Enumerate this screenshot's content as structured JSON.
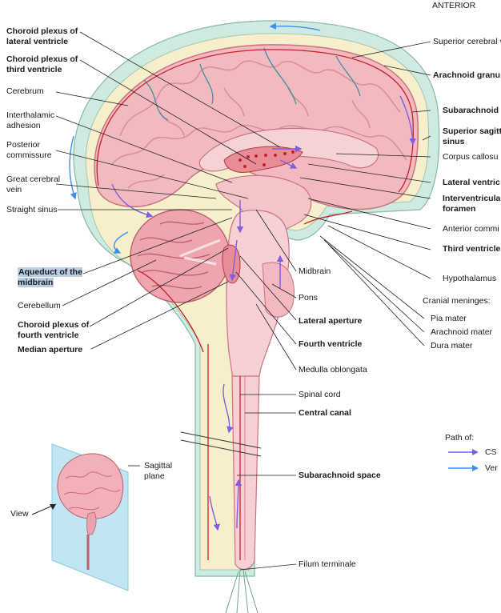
{
  "header": {
    "anterior": "ANTERIOR"
  },
  "left_labels": [
    {
      "text": "Choroid plexus of\nlateral ventricle",
      "bold": true
    },
    {
      "text": "Choroid plexus of\nthird ventricle",
      "bold": true
    },
    {
      "text": "Cerebrum",
      "bold": false
    },
    {
      "text": "Interthalamic\nadhesion",
      "bold": false
    },
    {
      "text": "Posterior\ncommissure",
      "bold": false
    },
    {
      "text": "Great cerebral\nvein",
      "bold": false
    },
    {
      "text": "Straight sinus",
      "bold": false
    },
    {
      "text": "Aqueduct of the\nmidbrain",
      "bold": true,
      "highlight": true
    },
    {
      "text": "Cerebellum",
      "bold": false
    },
    {
      "text": "Choroid plexus of\nfourth ventricle",
      "bold": true
    },
    {
      "text": "Median aperture",
      "bold": true
    }
  ],
  "right_labels": [
    {
      "text": "Superior cerebral v",
      "bold": false
    },
    {
      "text": "Arachnoid granu",
      "bold": true
    },
    {
      "text": "Subarachnoid",
      "bold": true
    },
    {
      "text": "Superior sagitt\nsinus",
      "bold": true
    },
    {
      "text": "Corpus callosu",
      "bold": false
    },
    {
      "text": "Lateral ventric",
      "bold": true
    },
    {
      "text": "Interventricula\nforamen",
      "bold": true
    },
    {
      "text": "Anterior commi",
      "bold": false
    },
    {
      "text": "Third ventricle",
      "bold": true
    },
    {
      "text": "Hypothalamus",
      "bold": false
    },
    {
      "text": "Cranial meninges:",
      "bold": false
    },
    {
      "text": "Pia mater",
      "bold": false
    },
    {
      "text": "Arachnoid mater",
      "bold": false
    },
    {
      "text": "Dura mater",
      "bold": false
    }
  ],
  "center_labels": [
    {
      "text": "Midbrain",
      "bold": false
    },
    {
      "text": "Pons",
      "bold": false
    },
    {
      "text": "Lateral aperture",
      "bold": true
    },
    {
      "text": "Fourth ventricle",
      "bold": true
    },
    {
      "text": "Medulla oblongata",
      "bold": false
    },
    {
      "text": "Spinal cord",
      "bold": false
    },
    {
      "text": "Central canal",
      "bold": true
    },
    {
      "text": "Subarachnoid space",
      "bold": true
    },
    {
      "text": "Filum terminale",
      "bold": false
    }
  ],
  "inset": {
    "plane_label": "Sagittal\nplane",
    "view_label": "View"
  },
  "legend": {
    "title": "Path of:",
    "items": [
      {
        "label": "CS",
        "color": "#7f5fe0"
      },
      {
        "label": "Ver",
        "color": "#3a8ff0"
      }
    ]
  },
  "colors": {
    "brain": "#f2b9bf",
    "brain_dark": "#d98f99",
    "dura": "#c7e6da",
    "csf_space": "#f8f0c7",
    "vessel": "#c8202c",
    "csf_arrow": "#7f5fe0",
    "venous_arrow": "#3a8ff0"
  }
}
